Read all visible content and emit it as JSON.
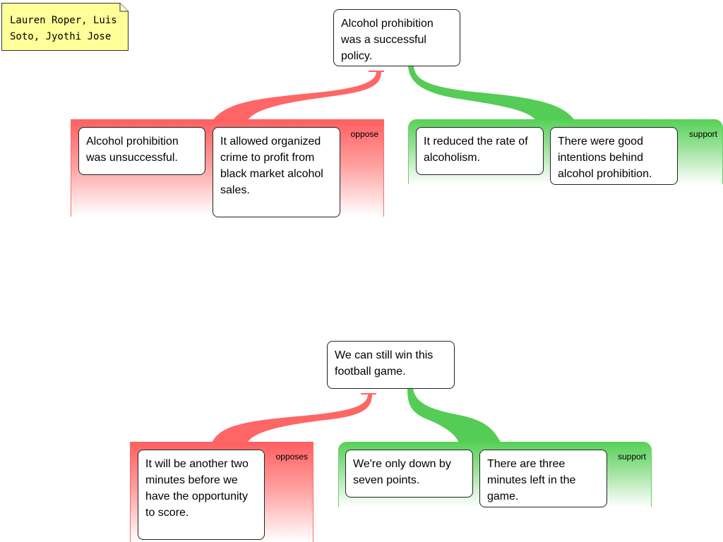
{
  "note": {
    "text": "Lauren Roper, Luis Soto, Jyothi Jose"
  },
  "map1": {
    "claim": "Alcohol prohibition was a successful policy.",
    "oppose": {
      "label": "oppose",
      "reasons": [
        "Alcohol prohibition was unsuccessful.",
        "It allowed organized crime to profit from black market alcohol sales."
      ]
    },
    "support": {
      "label": "support",
      "reasons": [
        "It reduced the rate of alcoholism.",
        "There were good intentions behind alcohol prohibition."
      ]
    }
  },
  "map2": {
    "claim": "We can still win this football game.",
    "oppose": {
      "label": "opposes",
      "reasons": [
        "It will be another two minutes before we have the opportunity to score."
      ]
    },
    "support": {
      "label": "support",
      "reasons": [
        "We're only down by seven points.",
        "There are three minutes left in the game."
      ]
    }
  },
  "colors": {
    "oppose": "#ff5f5f",
    "support": "#55d155",
    "note": "#ffff99"
  }
}
